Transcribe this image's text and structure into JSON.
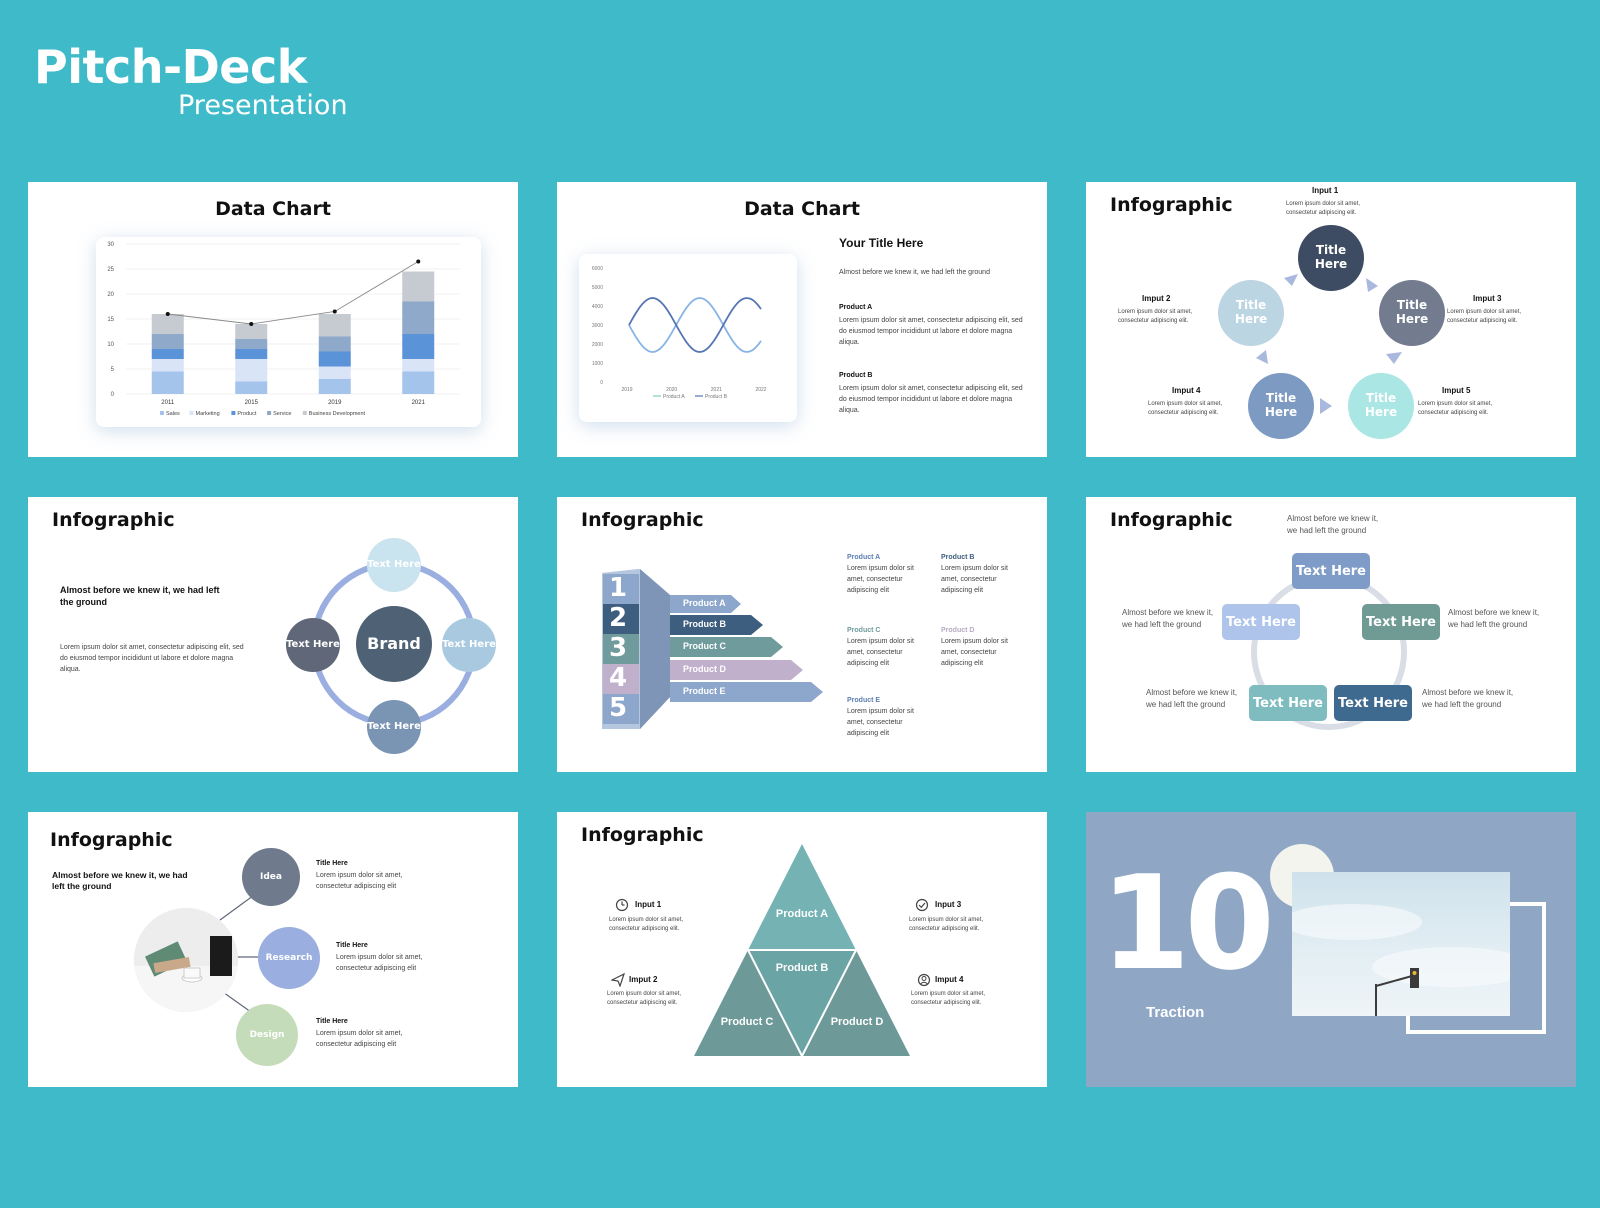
{
  "header": {
    "title": "Pitch-Deck",
    "subtitle": "Presentation"
  },
  "lorem_short": "Lorem ipsum dolor sit amet, consectetur adipiscing elit.",
  "slide1": {
    "title": "Data Chart",
    "chart_data": {
      "type": "bar",
      "stacked": true,
      "categories": [
        "2011",
        "2015",
        "2019",
        "2021"
      ],
      "ylim": [
        0,
        30
      ],
      "yticks": [
        "0",
        "5",
        "10",
        "15",
        "20",
        "25",
        "30"
      ],
      "series": [
        {
          "name": "Sales",
          "color": "#a5c4ec",
          "values": [
            4.5,
            2.5,
            3,
            4.5
          ]
        },
        {
          "name": "Marketing",
          "color": "#d9e5f7",
          "values": [
            2.5,
            4.5,
            2.5,
            2.5
          ]
        },
        {
          "name": "Product",
          "color": "#5b93d8",
          "values": [
            2,
            2,
            3,
            5
          ]
        },
        {
          "name": "Service",
          "color": "#8ea9c9",
          "values": [
            3,
            2,
            3,
            6.5
          ]
        },
        {
          "name": "Business Development",
          "color": "#c6cbd2",
          "values": [
            4,
            3,
            4.5,
            6
          ]
        }
      ],
      "line": [
        16,
        14,
        16.5,
        26.5
      ]
    }
  },
  "slide2": {
    "title": "Data Chart",
    "heading": "Your Title Here",
    "intro": "Almost before we knew it, we had left the ground",
    "product_a_label": "Product A",
    "product_a_text": "Lorem ipsum dolor sit amet, consectetur adipiscing elit, sed do eiusmod tempor incididunt ut labore et dolore magna aliqua.",
    "product_b_label": "Product B",
    "product_b_text": "Lorem ipsum dolor sit amet, consectetur adipiscing elit, sed do eiusmod tempor incididunt ut labore et dolore magna aliqua.",
    "chart_data": {
      "type": "line",
      "yticks": [
        "0",
        "1000",
        "2000",
        "3000",
        "4000",
        "5000",
        "6000"
      ],
      "xticks": [
        "2019",
        "2020",
        "2021",
        "2022"
      ],
      "legend": [
        "Product A",
        "Product B"
      ]
    }
  },
  "slide3": {
    "title": "Infographic",
    "circle_label": "Title Here",
    "inputs": [
      "Input 1",
      "Imput 2",
      "Imput 3",
      "Imput 4",
      "Imput 5"
    ],
    "text": "Lorem ipsum dolor sit amet, consectetur adipiscing elit."
  },
  "slide4": {
    "title": "Infographic",
    "heading": "Almost before we knew it, we had left the ground",
    "body": "Lorem ipsum dolor sit amet, consectetur adipiscing elit, sed do eiusmod tempor incididunt ut labore et dolore magna aliqua.",
    "center": "Brand",
    "node": "Text Here"
  },
  "slide5": {
    "title": "Infographic",
    "numbers": [
      "1",
      "2",
      "3",
      "4",
      "5"
    ],
    "products": [
      "Product A",
      "Product B",
      "Product C",
      "Product D",
      "Product E"
    ],
    "text": "Lorem ipsum dolor sit amet, consectetur adipiscing elit"
  },
  "slide6": {
    "title": "Infographic",
    "caption": "Almost before we knew it, we had left the ground",
    "pill": "Text Here"
  },
  "slide7": {
    "title": "Infographic",
    "heading": "Almost before we knew it, we had left the ground",
    "nodes": [
      "Idea",
      "Research",
      "Design"
    ],
    "item_title": "Title Here",
    "item_text": "Lorem ipsum dolor sit amet, consectetur adipiscing elit"
  },
  "slide8": {
    "title": "Infographic",
    "inputs": [
      "Input 1",
      "Imput 2",
      "Input 3",
      "Imput 4"
    ],
    "text": "Lorem ipsum dolor sit amet, consectetur adipiscing elit.",
    "products": [
      "Product A",
      "Product B",
      "Product C",
      "Product D"
    ]
  },
  "slide9": {
    "number": "10",
    "label": "Traction"
  }
}
